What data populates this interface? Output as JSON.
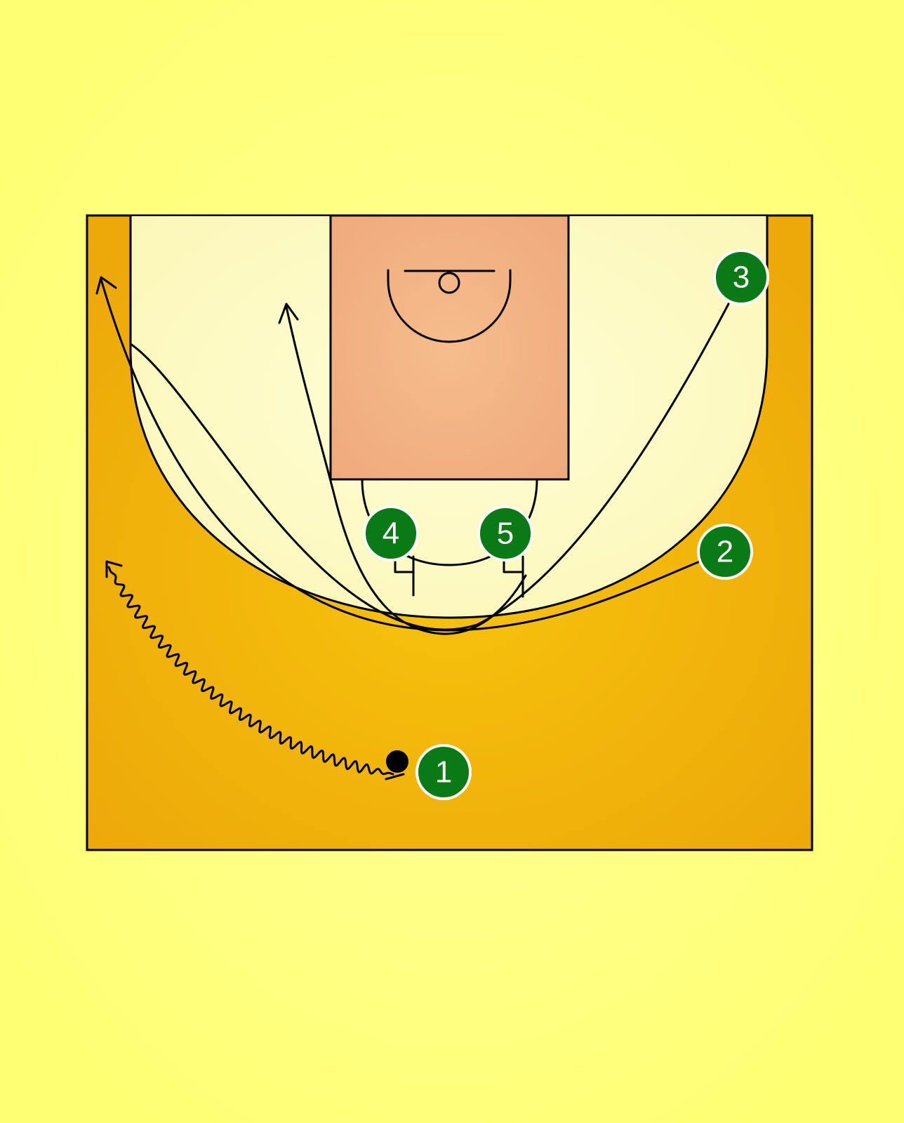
{
  "colors": {
    "page_background": "#ffff78",
    "court_floor": "#f5bb0b",
    "inside_arc": "#fdfdc8",
    "paint": "#f4b585",
    "player_fill": "#0a7a14",
    "player_outline": "#ffffff",
    "ball": "#000000",
    "lines": "#000000"
  },
  "players": [
    {
      "label": "1",
      "has_ball": true
    },
    {
      "label": "2",
      "has_ball": false
    },
    {
      "label": "3",
      "has_ball": false
    },
    {
      "label": "4",
      "has_ball": false
    },
    {
      "label": "5",
      "has_ball": false
    }
  ],
  "movements": [
    {
      "player": "1",
      "action": "dribble"
    },
    {
      "player": "2",
      "action": "cut"
    },
    {
      "player": "3",
      "action": "cut"
    },
    {
      "player": "4",
      "action": "screen"
    },
    {
      "player": "5",
      "action": "screen"
    }
  ]
}
